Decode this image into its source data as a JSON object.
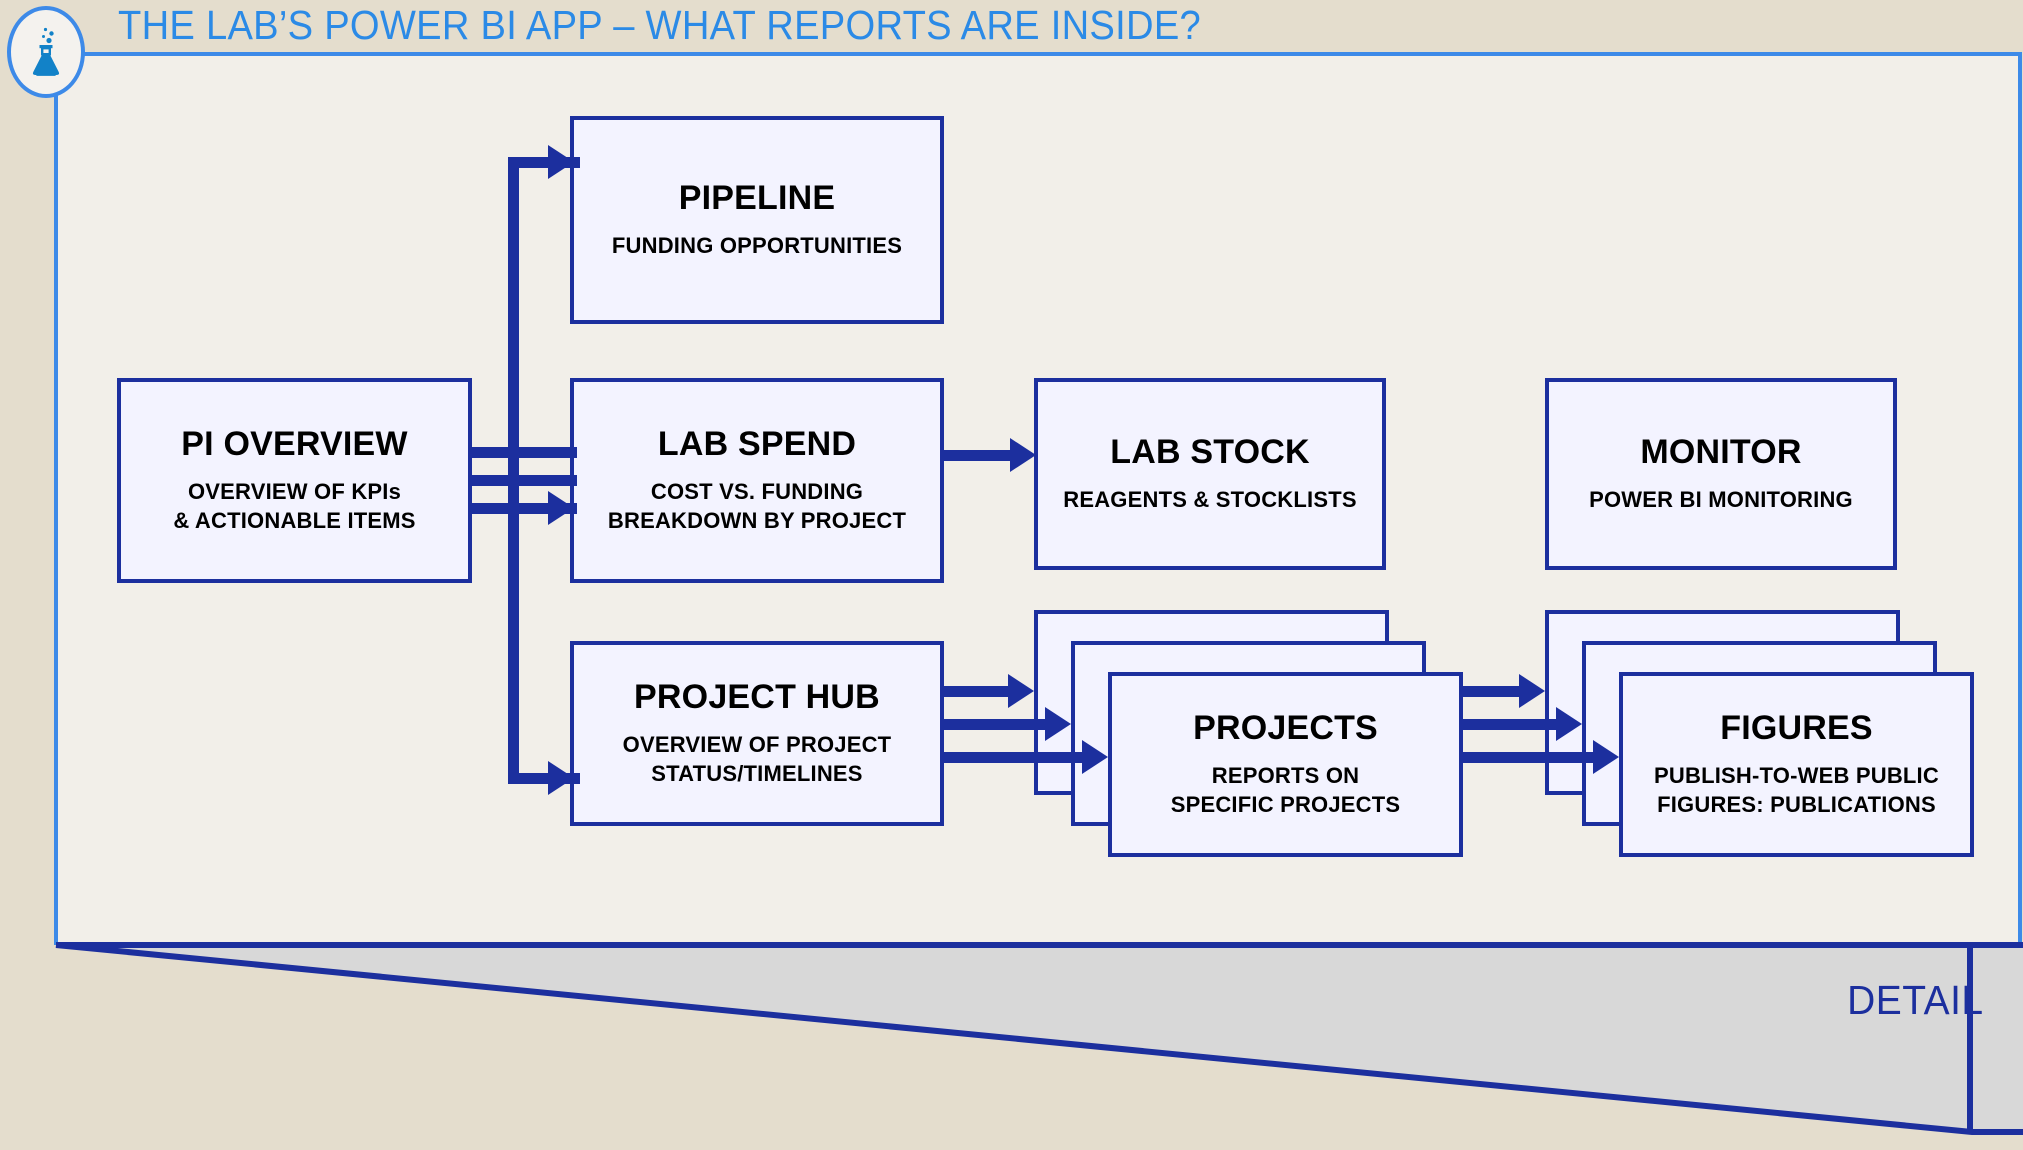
{
  "header": {
    "title": "THE LAB’S POWER BI APP – WHAT REPORTS ARE INSIDE?",
    "title_color": "#2b8ae6",
    "badge_icon": "flask-icon"
  },
  "footer": {
    "label": "DETAIL",
    "label_color": "#1c2f9e"
  },
  "colors": {
    "page_background": "#e4ddcd",
    "panel_background": "#f2efe9",
    "panel_border": "#3d8ae8",
    "node_fill": "#f3f3ff",
    "node_border": "#1c2f9e",
    "connector": "#1c2f9e",
    "wedge_fill": "#d8d8d8"
  },
  "diagram": {
    "type": "flowchart",
    "nodes": [
      {
        "id": "pi-overview",
        "title": "PI OVERVIEW",
        "sub_lines": [
          "OVERVIEW OF KPIs",
          "& ACTIONABLE ITEMS"
        ],
        "stacked": false
      },
      {
        "id": "pipeline",
        "title": "PIPELINE",
        "sub_lines": [
          "FUNDING OPPORTUNITIES"
        ],
        "stacked": false
      },
      {
        "id": "lab-spend",
        "title": "LAB SPEND",
        "sub_lines": [
          "COST VS. FUNDING",
          "BREAKDOWN BY PROJECT"
        ],
        "stacked": false
      },
      {
        "id": "lab-stock",
        "title": "LAB STOCK",
        "sub_lines": [
          "REAGENTS & STOCKLISTS"
        ],
        "stacked": false
      },
      {
        "id": "monitor",
        "title": "MONITOR",
        "sub_lines": [
          "POWER BI MONITORING"
        ],
        "stacked": false
      },
      {
        "id": "project-hub",
        "title": "PROJECT HUB",
        "sub_lines": [
          "OVERVIEW OF PROJECT",
          "STATUS/TIMELINES"
        ],
        "stacked": false
      },
      {
        "id": "projects",
        "title": "PROJECTS",
        "sub_lines": [
          "REPORTS ON",
          "SPECIFIC PROJECTS"
        ],
        "stacked": true,
        "stack_count": 3
      },
      {
        "id": "figures",
        "title": "FIGURES",
        "sub_lines": [
          "PUBLISH-TO-WEB PUBLIC",
          "FIGURES: PUBLICATIONS"
        ],
        "stacked": true,
        "stack_count": 3
      }
    ],
    "edges": [
      {
        "from": "pi-overview",
        "to": "pipeline"
      },
      {
        "from": "pi-overview",
        "to": "lab-spend"
      },
      {
        "from": "pi-overview",
        "to": "project-hub"
      },
      {
        "from": "lab-spend",
        "to": "lab-stock"
      },
      {
        "from": "project-hub",
        "to": "projects"
      },
      {
        "from": "projects",
        "to": "figures"
      }
    ]
  }
}
